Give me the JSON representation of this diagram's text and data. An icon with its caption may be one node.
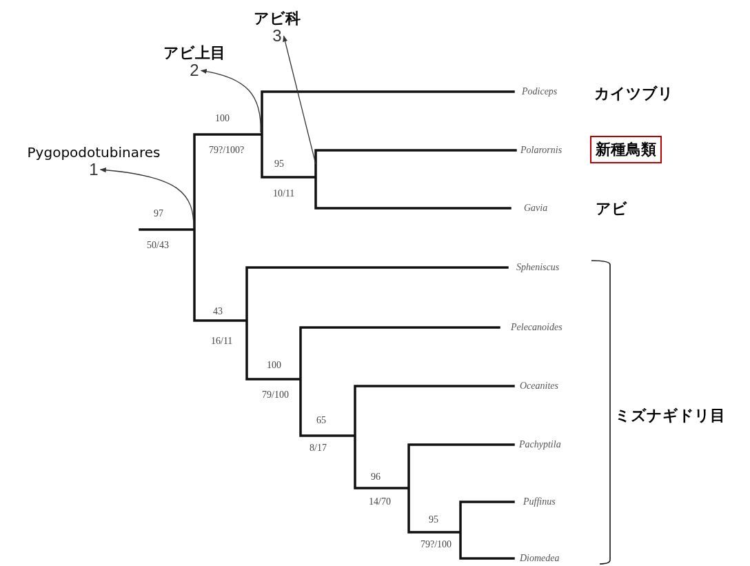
{
  "diagram": {
    "nodes": [
      {
        "text": [
          "アビ科",
          "3"
        ]
      },
      {
        "text": [
          "アビ上目",
          "2"
        ]
      },
      {
        "text": [
          "Pygopodotubinares",
          "1"
        ]
      },
      {
        "text": [
          "新種鳥類"
        ]
      }
    ],
    "edges": [
      {
        "from": null,
        "to": 0,
        "arrow": "to"
      },
      {
        "from": null,
        "to": 1,
        "arrow": "to"
      },
      {
        "from": null,
        "to": 2,
        "arrow": "to"
      }
    ],
    "labels": [
      "Podiceps",
      "カイツブリ",
      "100",
      "79?/100?",
      "Polarornis",
      "95",
      "10/11",
      "Gavia",
      "アビ",
      "97",
      "50/43",
      "Spheniscus",
      "43",
      "16/11",
      "Pelecanoides",
      "100",
      "79/100",
      "Oceanites",
      "65",
      "8/17",
      "ミズナギドリ目",
      "Pachyptila",
      "96",
      "14/70",
      "Puffinus",
      "95",
      "79?/100",
      "Diomedea"
    ]
  }
}
